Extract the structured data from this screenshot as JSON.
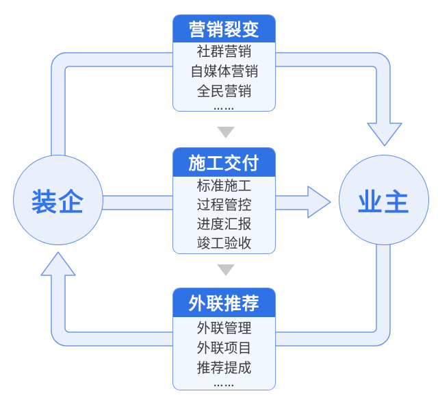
{
  "nodes": {
    "left": {
      "label": "装企"
    },
    "right": {
      "label": "业主"
    }
  },
  "boxes": [
    {
      "title": "营销裂变",
      "items": [
        "社群营销",
        "自媒体营销",
        "全民营销",
        "……"
      ]
    },
    {
      "title": "施工交付",
      "items": [
        "标准施工",
        "过程管控",
        "进度汇报",
        "竣工验收"
      ]
    },
    {
      "title": "外联推荐",
      "items": [
        "外联管理",
        "外联项目",
        "推荐提成",
        "……"
      ]
    }
  ],
  "colors": {
    "box_header_bg": "#2F72E6",
    "box_body_bg": "#F2F6FD",
    "box_border": "#6D95EF",
    "node_bg": "#EAF0FB",
    "node_border": "#5E8BE8",
    "node_text": "#3274EF",
    "pipe_fill": "#E9EFFB",
    "pipe_border": "#6D95EF",
    "body_text": "#3B3B3B",
    "separator_triangle": "#C8C8C8",
    "background": "#FFFFFF"
  }
}
